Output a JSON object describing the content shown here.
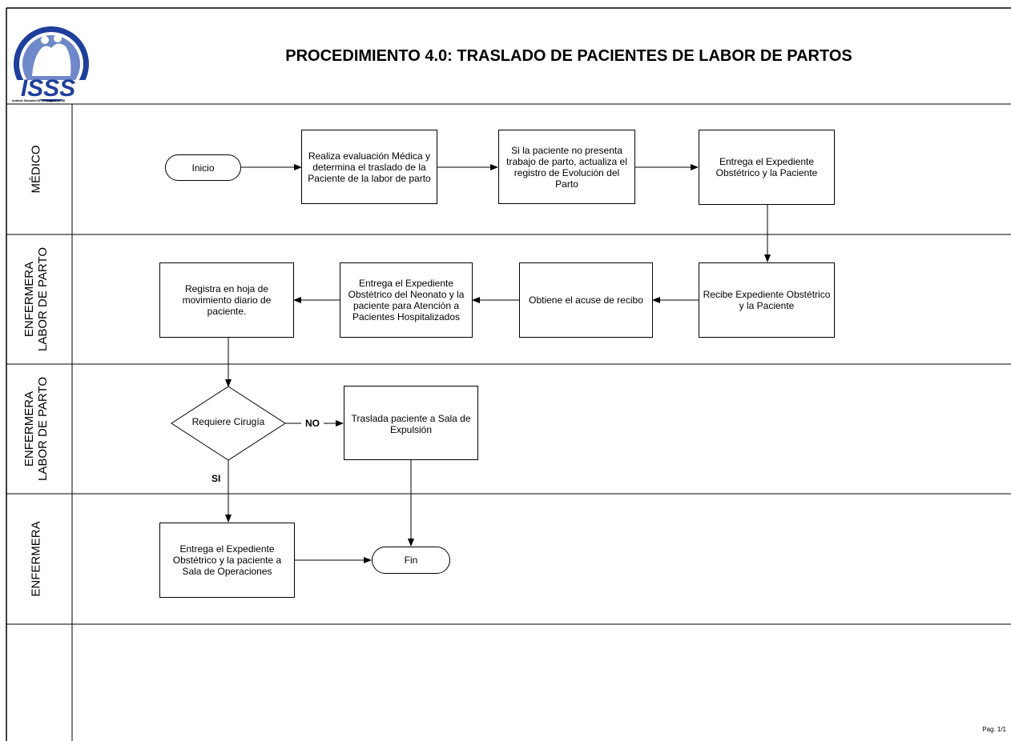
{
  "header": {
    "title": "PROCEDIMIENTO 4.0: TRASLADO DE PACIENTES DE LABOR DE PARTOS",
    "logo_text": "ISSS",
    "logo_caption": "Instituto Salvadoreño del Seguro Social"
  },
  "lanes": [
    {
      "label": "MÉDICO"
    },
    {
      "label": "ENFERMERA\nLABOR DE PARTO"
    },
    {
      "label": "ENFERMERA\nLABOR DE PARTO"
    },
    {
      "label": "ENFERMERA"
    }
  ],
  "nodes": {
    "inicio": "Inicio",
    "evaluacion": "Realiza evaluación Médica y determina el traslado de la Paciente de la labor de parto",
    "registro_evolucion": "Si la paciente no presenta trabajo de parto, actualiza el registro de Evolución del Parto",
    "entrega_expediente_medico": "Entrega el Expediente Obstétrico y la Paciente",
    "recibe_expediente": "Recibe Expediente Obstétrico y la Paciente",
    "acuse_recibo": "Obtiene el acuse de recibo",
    "entrega_neonato": "Entrega el Expediente Obstétrico del Neonato y la paciente para Atención a Pacientes Hospitalizados",
    "registra_hoja": "Registra en hoja de movimiento diario de paciente.",
    "requiere_cirugia": "Requiere Cirugía",
    "traslada_expulsion": "Traslada paciente a Sala de Expulsión",
    "entrega_sala_operaciones": "Entrega el Expediente Obstétrico  y la paciente a Sala de Operaciones",
    "fin": "Fin"
  },
  "edge_labels": {
    "no": "NO",
    "si": "SI"
  },
  "footer": {
    "page": "Pag. 1/1"
  },
  "colors": {
    "logo_blue": "#1f3f9c",
    "logo_fill": "#6f88c9",
    "line": "#000000"
  }
}
